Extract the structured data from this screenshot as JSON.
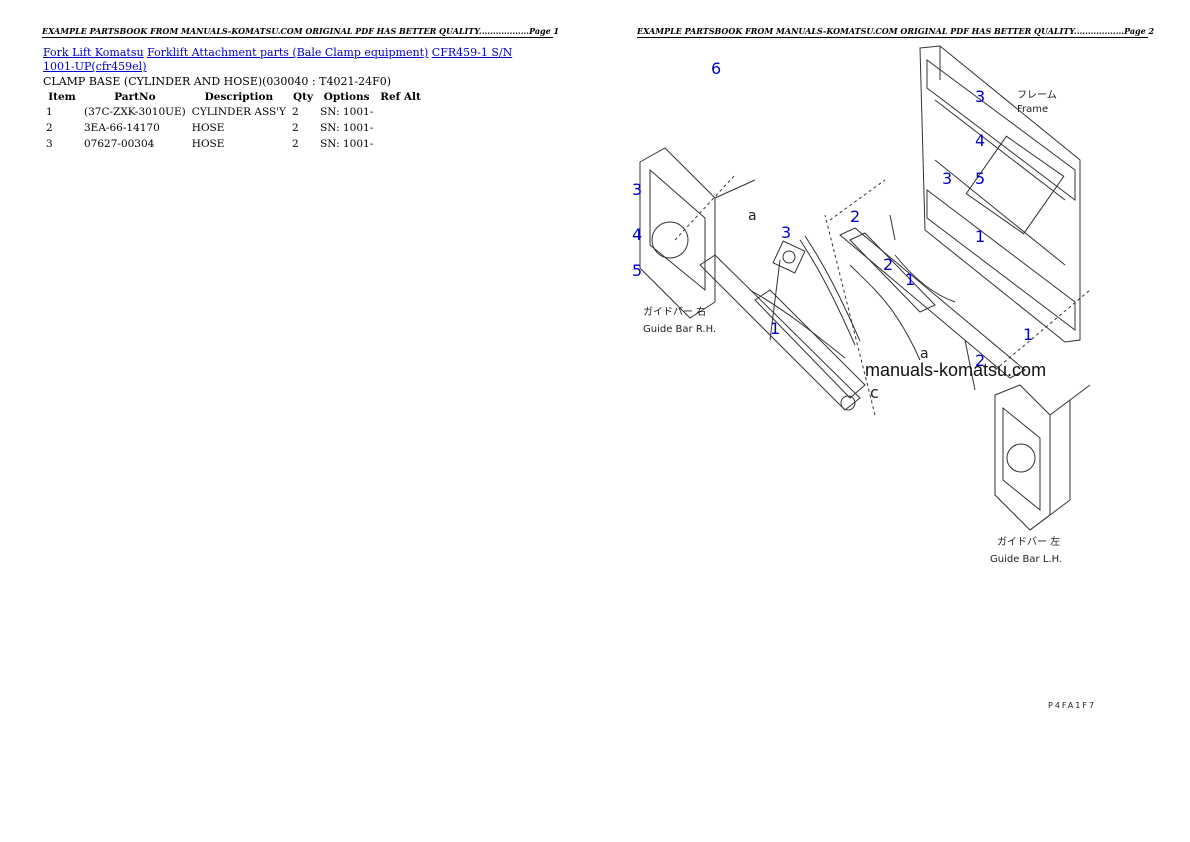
{
  "page1": {
    "header": "EXAMPLE PARTSBOOK FROM MANUALS-KOMATSU.COM ORIGINAL PDF HAS BETTER QUALITY..................Page 1",
    "breadcrumbs": [
      "Fork Lift Komatsu",
      "Forklift Attachment parts (Bale Clamp equipment)",
      "CFR459-1 S/N 1001-UP(cfr459el)"
    ],
    "title": "CLAMP BASE (CYLINDER AND HOSE)(030040 : T4021-24F0)",
    "table": {
      "headers": [
        "Item",
        "PartNo",
        "Description",
        "Qty",
        "Options",
        "Ref Alt"
      ],
      "rows": [
        [
          "1",
          "(37C-ZXK-3010UE)",
          "CYLINDER ASS'Y",
          "2",
          "SN: 1001-",
          ""
        ],
        [
          "2",
          "3EA-66-14170",
          "HOSE",
          "2",
          "SN: 1001-",
          ""
        ],
        [
          "3",
          "07627-00304",
          "HOSE",
          "2",
          "SN: 1001-",
          ""
        ]
      ]
    }
  },
  "page2": {
    "header": "EXAMPLE PARTSBOOK FROM MANUALS-KOMATSU.COM ORIGINAL PDF HAS BETTER QUALITY..................Page 2",
    "diagram": {
      "callouts": [
        "6",
        "3",
        "4",
        "3",
        "5",
        "1",
        "3",
        "4",
        "5",
        "2",
        "3",
        "2",
        "1",
        "1",
        "1",
        "2"
      ],
      "labels": {
        "frame_jp": "フレーム",
        "frame_en": "Frame",
        "guide_rh_jp": "ガイドバー 右",
        "guide_rh_en": "Guide Bar R.H.",
        "guide_lh_jp": "ガイドバー 左",
        "guide_lh_en": "Guide Bar L.H.",
        "a1": "a",
        "a2": "a",
        "c": "c",
        "watermark": "manuals-komatsu.com",
        "drawing_no": "P4FA1F7"
      }
    }
  }
}
